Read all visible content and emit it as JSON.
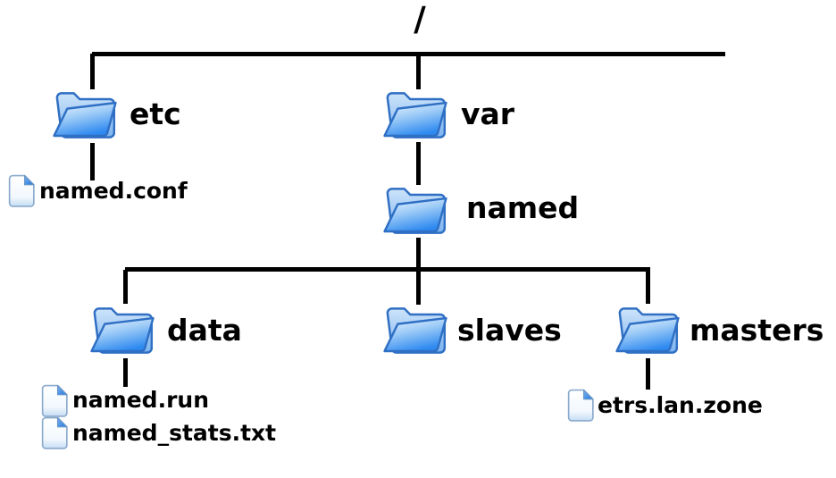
{
  "tree": {
    "root": "/",
    "folders": {
      "etc": "etc",
      "var": "var",
      "named": "named",
      "data": "data",
      "slaves": "slaves",
      "masters": "masters"
    },
    "files": {
      "named_conf": "named.conf",
      "named_run": "named.run",
      "named_stats": "named_stats.txt",
      "etrs": "etrs.lan.zone"
    },
    "structure": {
      "/": {
        "etc": {
          "files": [
            "named.conf"
          ]
        },
        "var": {
          "named": {
            "data": {
              "files": [
                "named.run",
                "named_stats.txt"
              ]
            },
            "slaves": {
              "files": []
            },
            "masters": {
              "files": [
                "etrs.lan.zone"
              ]
            }
          }
        }
      }
    },
    "colors": {
      "line": "#000000",
      "text": "#000000",
      "folder_front": "#2e8af0",
      "folder_back": "#8fc0f3",
      "folder_outline": "#2f6fc4",
      "file_fold": "#3f87e8",
      "file_outline": "#8aa9cc"
    }
  }
}
